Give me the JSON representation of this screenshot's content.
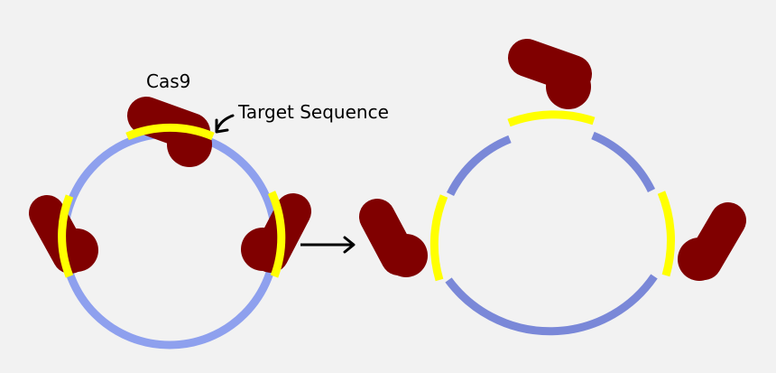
{
  "labels": {
    "cas9": "Cas9",
    "target_sequence": "Target Sequence"
  },
  "icons": {
    "cas9_shape": "cas9-protein-icon",
    "pointer": "curved-arrow-icon",
    "transition": "right-arrow-icon"
  },
  "colors": {
    "background": "#f2f2f2",
    "plasmid_intact": "#8ea0ee",
    "plasmid_cut": "#7a88d8",
    "target_sequence": "#ffff00",
    "cas9": "#800000",
    "text": "#000000"
  },
  "panels": [
    {
      "state": "intact",
      "target_sites": 3,
      "cas9_bound": 3
    },
    {
      "state": "cut",
      "target_sites": 3,
      "cas9_released": 3
    }
  ]
}
